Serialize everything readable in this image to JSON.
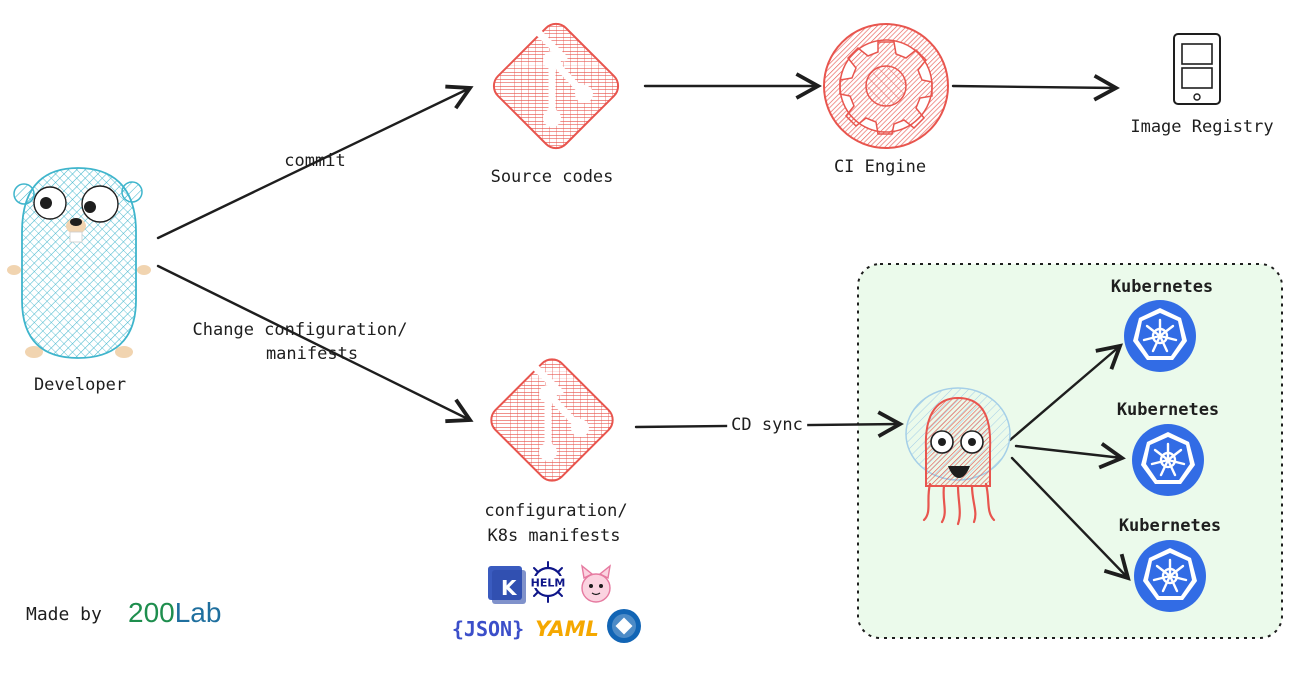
{
  "nodes": {
    "developer": "Developer",
    "source_codes": "Source codes",
    "ci_engine": "CI Engine",
    "image_registry": "Image Registry",
    "config_repo_line1": "configuration/",
    "config_repo_line2": "K8s manifests"
  },
  "edges": {
    "commit": "commit",
    "change_line1": "Change configuration/",
    "change_line2": "manifests",
    "cd_sync": "CD sync"
  },
  "clusters": [
    {
      "label": "Kubernetes"
    },
    {
      "label": "Kubernetes"
    },
    {
      "label": "Kubernetes"
    }
  ],
  "tools": {
    "helm": "HELM",
    "json": "{JSON}",
    "yaml": "YAML",
    "kustomize": "K"
  },
  "footer": {
    "made_by": "Made by",
    "brand_part1": "200",
    "brand_part2": "Lab"
  },
  "colors": {
    "git_red": "#e8554e",
    "gopher_blue": "#59c1d6",
    "k8s_blue": "#326ce5",
    "cd_panel": "#ebfaeb",
    "brand_green": "#1e8e4e",
    "brand_blue": "#1f6f9e"
  }
}
